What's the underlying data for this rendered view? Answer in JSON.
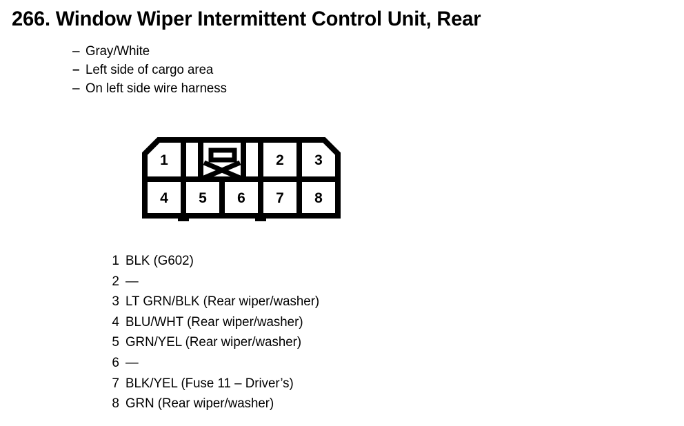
{
  "title": "266. Window Wiper Intermittent Control Unit, Rear",
  "description": {
    "dash": "–",
    "items": [
      {
        "text": "Gray/White",
        "bold_dash": false
      },
      {
        "text": "Left side of cargo area",
        "bold_dash": true
      },
      {
        "text": "On left side wire harness",
        "bold_dash": false
      }
    ]
  },
  "connector": {
    "name": "8-pin-connector-diagram",
    "outline_color": "#000000",
    "fill_color": "#ffffff",
    "top_row": [
      {
        "label": "1",
        "type": "pin"
      },
      {
        "label": "",
        "type": "locking-tab"
      },
      {
        "label": "2",
        "type": "pin"
      },
      {
        "label": "3",
        "type": "pin"
      }
    ],
    "bottom_row": [
      {
        "label": "4",
        "type": "pin"
      },
      {
        "label": "5",
        "type": "pin"
      },
      {
        "label": "6",
        "type": "pin"
      },
      {
        "label": "7",
        "type": "pin"
      },
      {
        "label": "8",
        "type": "pin"
      }
    ]
  },
  "pins": [
    {
      "number": "1",
      "description": "BLK (G602)"
    },
    {
      "number": "2",
      "description": "—"
    },
    {
      "number": "3",
      "description": "LT GRN/BLK (Rear wiper/washer)"
    },
    {
      "number": "4",
      "description": "BLU/WHT (Rear wiper/washer)"
    },
    {
      "number": "5",
      "description": "GRN/YEL (Rear wiper/washer)"
    },
    {
      "number": "6",
      "description": "—"
    },
    {
      "number": "7",
      "description": "BLK/YEL (Fuse 11 – Driver’s)"
    },
    {
      "number": "8",
      "description": "GRN (Rear wiper/washer)"
    }
  ]
}
